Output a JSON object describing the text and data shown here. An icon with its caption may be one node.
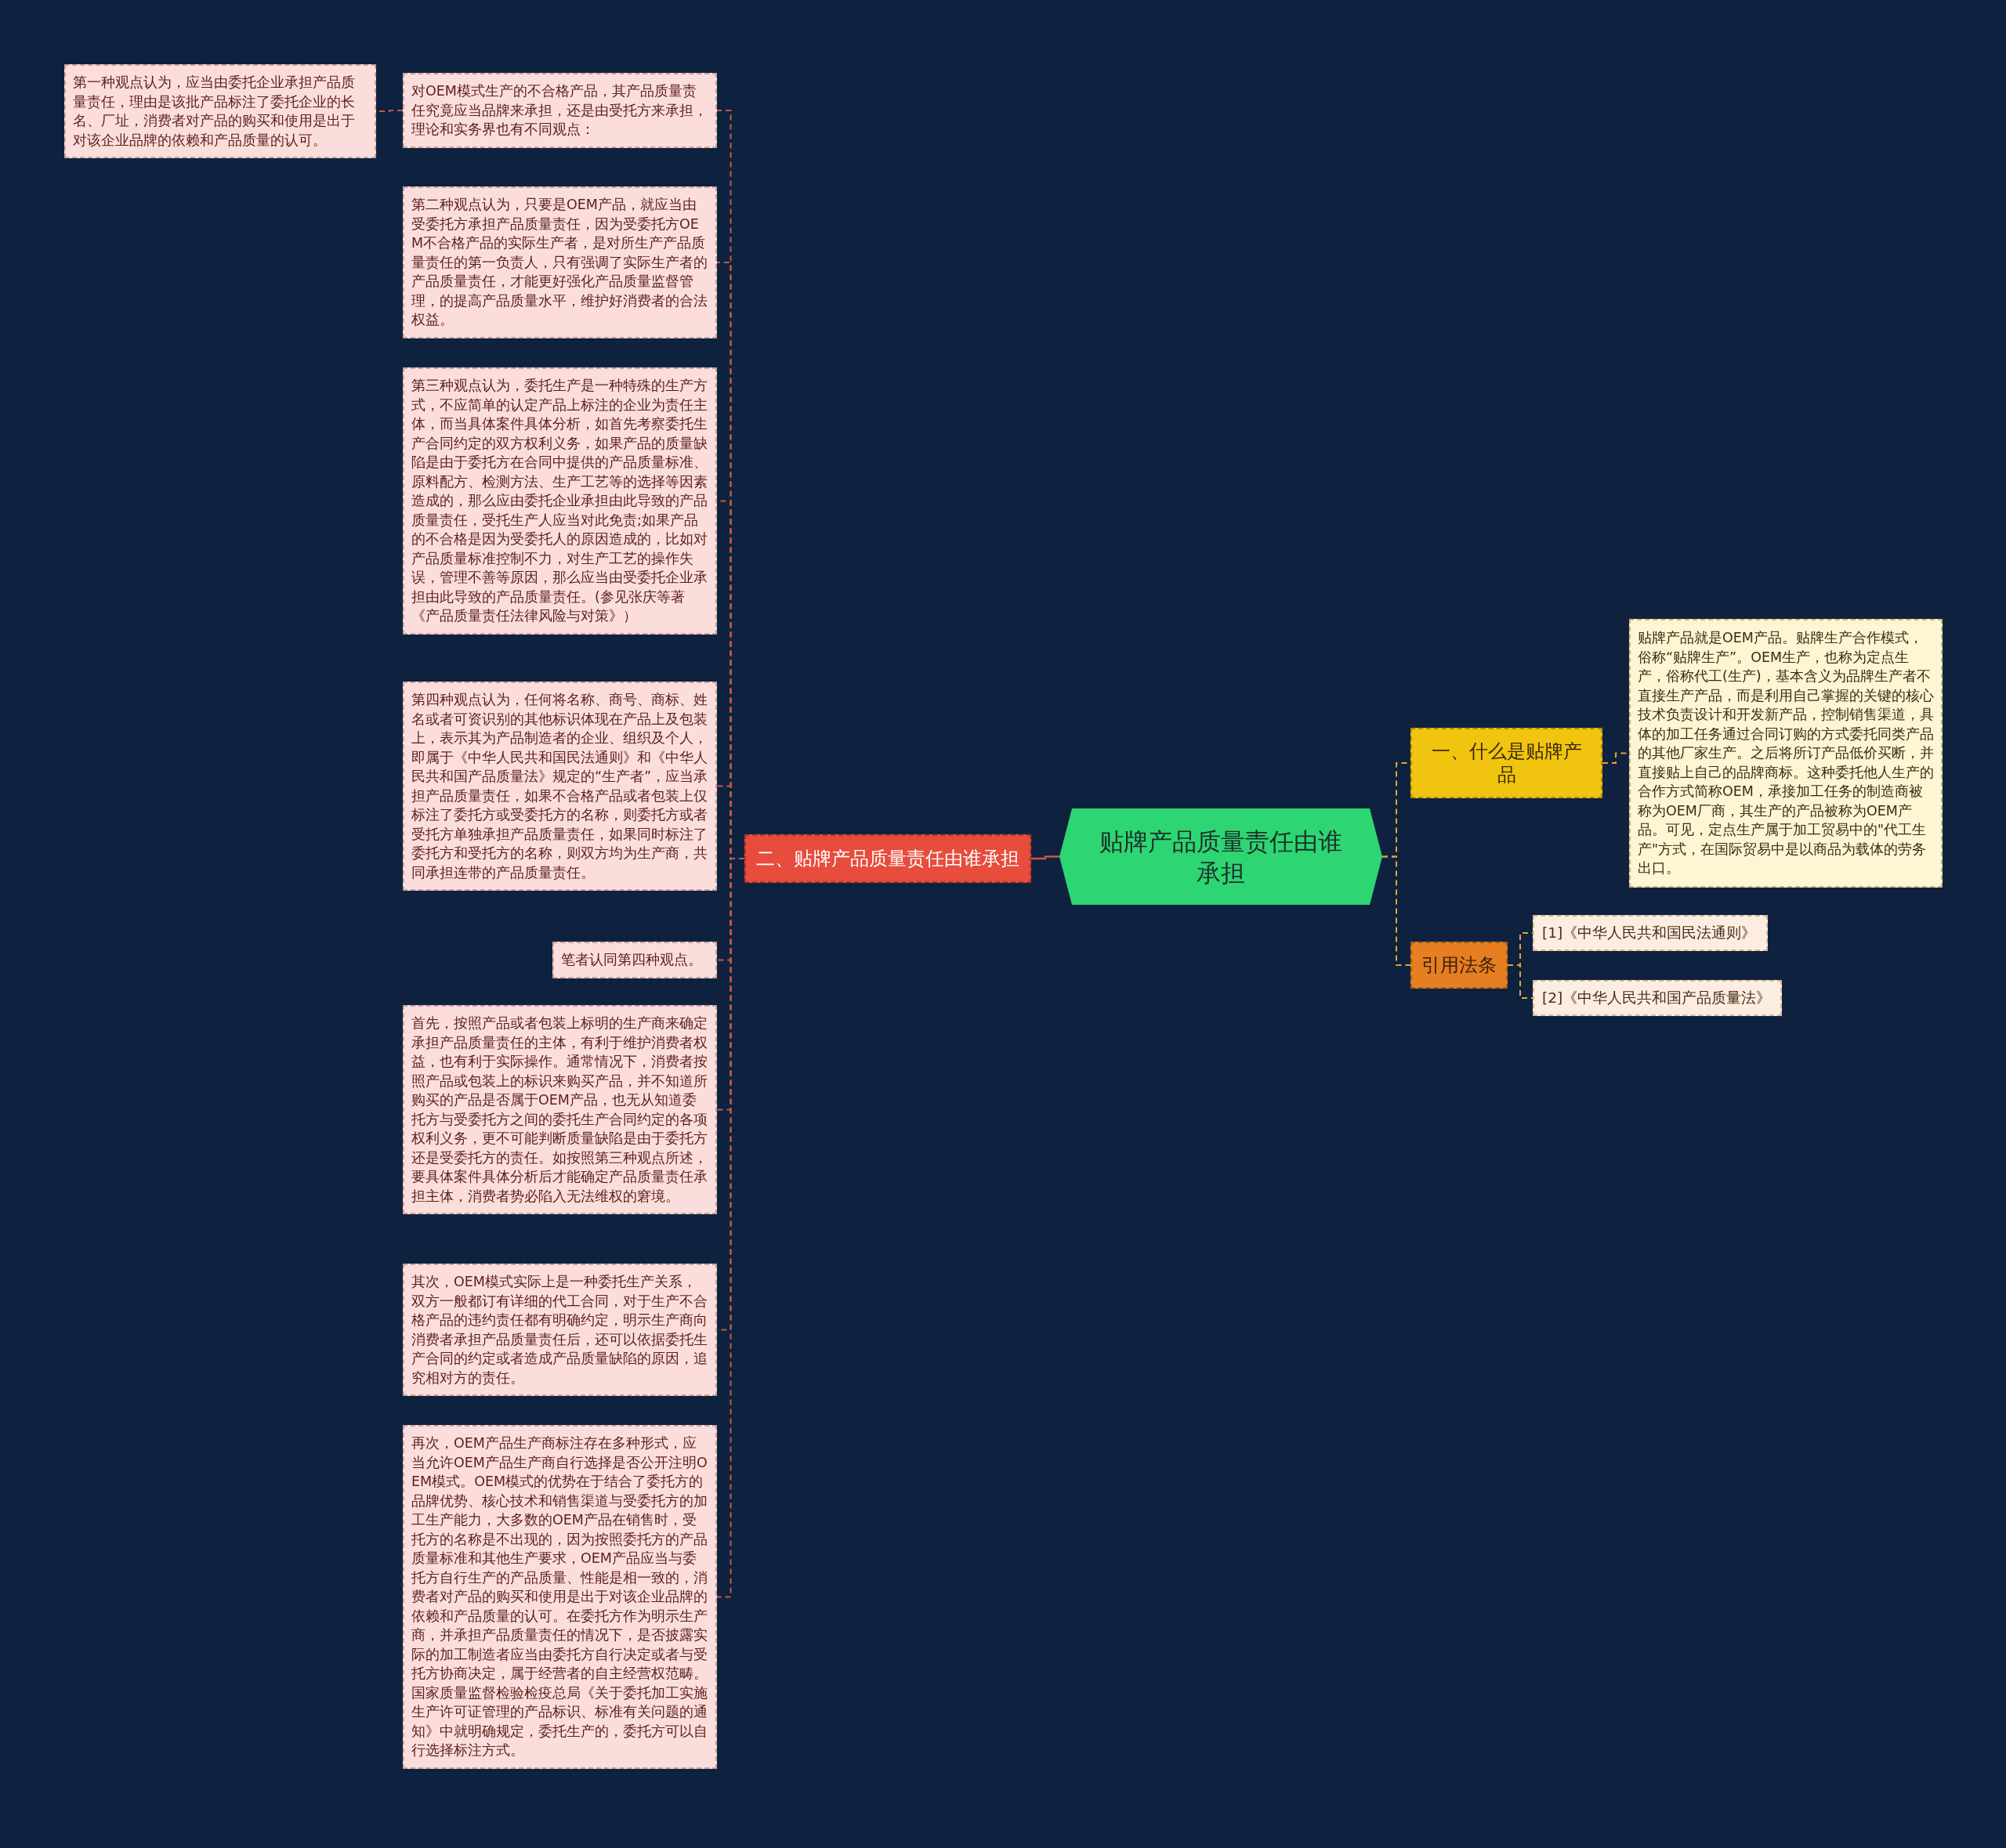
{
  "diagram": {
    "nodes": [
      {
        "text": [
          "贴牌产品质量责任由谁承担"
        ]
      },
      {
        "text": [
          "一、什么是贴牌产品"
        ]
      },
      {
        "text": [
          "贴牌产品就是OEM产品。贴牌生产合作模式，俗称“贴牌生产”。OEM生产，也称为定点生产，俗称代工(生产)，基本含义为品牌生产者不直接生产产品，而是利用自己掌握的关键的核心技术负责设计和开发新产品，控制销售渠道，具体的加工任务通过合同订购的方式委托同类产品的其他厂家生产。之后将所订产品低价买断，并直接贴上自己的品牌商标。这种委托他人生产的合作方式简称OEM，承接加工任务的制造商被称为OEM厂商，其生产的产品被称为OEM产品。可见，定点生产属于加工贸易中的\"代工生产\"方式，在国际贸易中是以商品为载体的劳务出口。"
        ]
      },
      {
        "text": [
          "引用法条"
        ]
      },
      {
        "text": [
          "[1]《中华人民共和国民法通则》"
        ]
      },
      {
        "text": [
          "[2]《中华人民共和国产品质量法》"
        ]
      },
      {
        "text": [
          "二、贴牌产品质量责任由谁承担"
        ]
      },
      {
        "text": [
          "对OEM模式生产的不合格产品，其产品质量责任究竟应当品牌来承担，还是由受托方来承担，理论和实务界也有不同观点："
        ]
      },
      {
        "text": [
          "第一种观点认为，应当由委托企业承担产品质量责任，理由是该批产品标注了委托企业的长名、厂址，消费者对产品的购买和使用是出于对该企业品牌的依赖和产品质量的认可。"
        ]
      },
      {
        "text": [
          "第二种观点认为，只要是OEM产品，就应当由受委托方承担产品质量责任，因为受委托方OEM不合格产品的实际生产者，是对所生产产品质量责任的第一负责人，只有强调了实际生产者的产品质量责任，才能更好强化产品质量监督管理，的提高产品质量水平，维护好消费者的合法权益。"
        ]
      },
      {
        "text": [
          "第三种观点认为，委托生产是一种特殊的生产方式，不应简单的认定产品上标注的企业为责任主体，而当具体案件具体分析，如首先考察委托生产合同约定的双方权利义务，如果产品的质量缺陷是由于委托方在合同中提供的产品质量标准、原料配方、检测方法、生产工艺等的选择等因素造成的，那么应由委托企业承担由此导致的产品质量责任，受托生产人应当对此免责;如果产品的不合格是因为受委托人的原因造成的，比如对产品质量标准控制不力，对生产工艺的操作失误，管理不善等原因，那么应当由受委托企业承担由此导致的产品质量责任。(参见张庆等著《产品质量责任法律风险与对策》）"
        ]
      },
      {
        "text": [
          "第四种观点认为，任何将名称、商号、商标、姓名或者可资识别的其他标识体现在产品上及包装上，表示其为产品制造者的企业、组织及个人，即属于《中华人民共和国民法通则》和《中华人民共和国产品质量法》规定的“生产者”，应当承担产品质量责任，如果不合格产品或者包装上仅标注了委托方或受委托方的名称，则委托方或者受托方单独承担产品质量责任，如果同时标注了委托方和受托方的名称，则双方均为生产商，共同承担连带的产品质量责任。"
        ]
      },
      {
        "text": [
          "笔者认同第四种观点。"
        ]
      },
      {
        "text": [
          "首先，按照产品或者包装上标明的生产商来确定承担产品质量责任的主体，有利于维护消费者权益，也有利于实际操作。通常情况下，消费者按照产品或包装上的标识来购买产品，并不知道所购买的产品是否属于OEM产品，也无从知道委托方与受委托方之间的委托生产合同约定的各项权利义务，更不可能判断质量缺陷是由于委托方还是受委托方的责任。如按照第三种观点所述，要具体案件具体分析后才能确定产品质量责任承担主体，消费者势必陷入无法维权的窘境。"
        ]
      },
      {
        "text": [
          "其次，OEM模式实际上是一种委托生产关系，双方一般都订有详细的代工合同，对于生产不合格产品的违约责任都有明确约定，明示生产商向消费者承担产品质量责任后，还可以依据委托生产合同的约定或者造成产品质量缺陷的原因，追究相对方的责任。"
        ]
      },
      {
        "text": [
          "再次，OEM产品生产商标注存在多种形式，应当允许OEM产品生产商自行选择是否公开注明OEM模式。OEM模式的优势在于结合了委托方的品牌优势、核心技术和销售渠道与受委托方的加工生产能力，大多数的OEM产品在销售时，受托方的名称是不出现的，因为按照委托方的产品质量标准和其他生产要求，OEM产品应当与委托方自行生产的产品质量、性能是相一致的，消费者对产品的购买和使用是出于对该企业品牌的依赖和产品质量的认可。在委托方作为明示生产商，并承担产品质量责任的情况下，是否披露实际的加工制造者应当由委托方自行决定或者与受托方协商决定，属于经营者的自主经营权范畴。国家质量监督检验检疫总局《关于委托加工实施生产许可证管理的产品标识、标准有关问题的通知》中就明确规定，委托生产的，委托方可以自行选择标注方式。"
        ]
      }
    ],
    "edges": [
      {
        "from": 0,
        "to": 6,
        "arrow": "none"
      },
      {
        "from": 0,
        "to": 1,
        "arrow": "none",
        "style": "dashed",
        "color": "#e8a22c"
      },
      {
        "from": 0,
        "to": 3,
        "arrow": "none",
        "style": "dashed",
        "color": "#e8a22c"
      },
      {
        "from": 1,
        "to": 2,
        "arrow": "none",
        "style": "dashed",
        "color": "#e8a22c"
      },
      {
        "from": 3,
        "to": 4,
        "arrow": "none",
        "style": "dashed",
        "color": "#e8a22c"
      },
      {
        "from": 3,
        "to": 5,
        "arrow": "none",
        "style": "dashed",
        "color": "#e8a22c"
      },
      {
        "from": 6,
        "to": 7,
        "arrow": "none",
        "style": "dashed"
      },
      {
        "from": 7,
        "to": 8,
        "arrow": "none",
        "style": "dashed"
      },
      {
        "from": 6,
        "to": 9,
        "arrow": "none",
        "style": "dashed"
      },
      {
        "from": 6,
        "to": 10,
        "arrow": "none",
        "style": "dashed"
      },
      {
        "from": 6,
        "to": 11,
        "arrow": "none",
        "style": "dashed"
      },
      {
        "from": 6,
        "to": 12,
        "arrow": "none",
        "style": "dashed"
      },
      {
        "from": 6,
        "to": 13,
        "arrow": "none",
        "style": "dashed"
      },
      {
        "from": 6,
        "to": 14,
        "arrow": "none",
        "style": "dashed"
      },
      {
        "from": 6,
        "to": 15,
        "arrow": "none",
        "style": "dashed"
      }
    ]
  }
}
